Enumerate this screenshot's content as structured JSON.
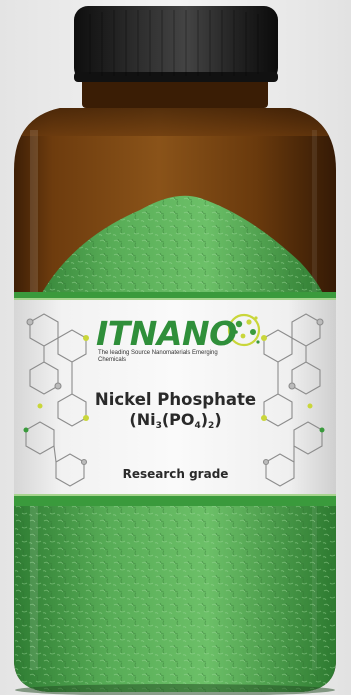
{
  "label": {
    "brand": "ITNANO",
    "tagline": "The leading Source Nanomaterials Emerging Chemicals",
    "product_name": "Nickel Phosphate",
    "formula": {
      "open": "(Ni",
      "sub1": "3",
      "mid": "(PO",
      "sub2": "4",
      "close_inner": ")",
      "sub3": "2",
      "close": ")"
    },
    "grade": "Research grade"
  },
  "colors": {
    "background": "#eeeeee",
    "cap": "#1b1b1b",
    "glass_amber": "#6b3a0c",
    "powder_green": "#5bb05a",
    "label_bg": "#f3f3f3",
    "label_stripe": "#3a9a3c",
    "brand_green": "#2f8f3a",
    "accent_yellow": "#c9d63a"
  },
  "icons": {
    "molecule": "molecule-network-icon",
    "logo_dots": "logo-dots-icon"
  }
}
